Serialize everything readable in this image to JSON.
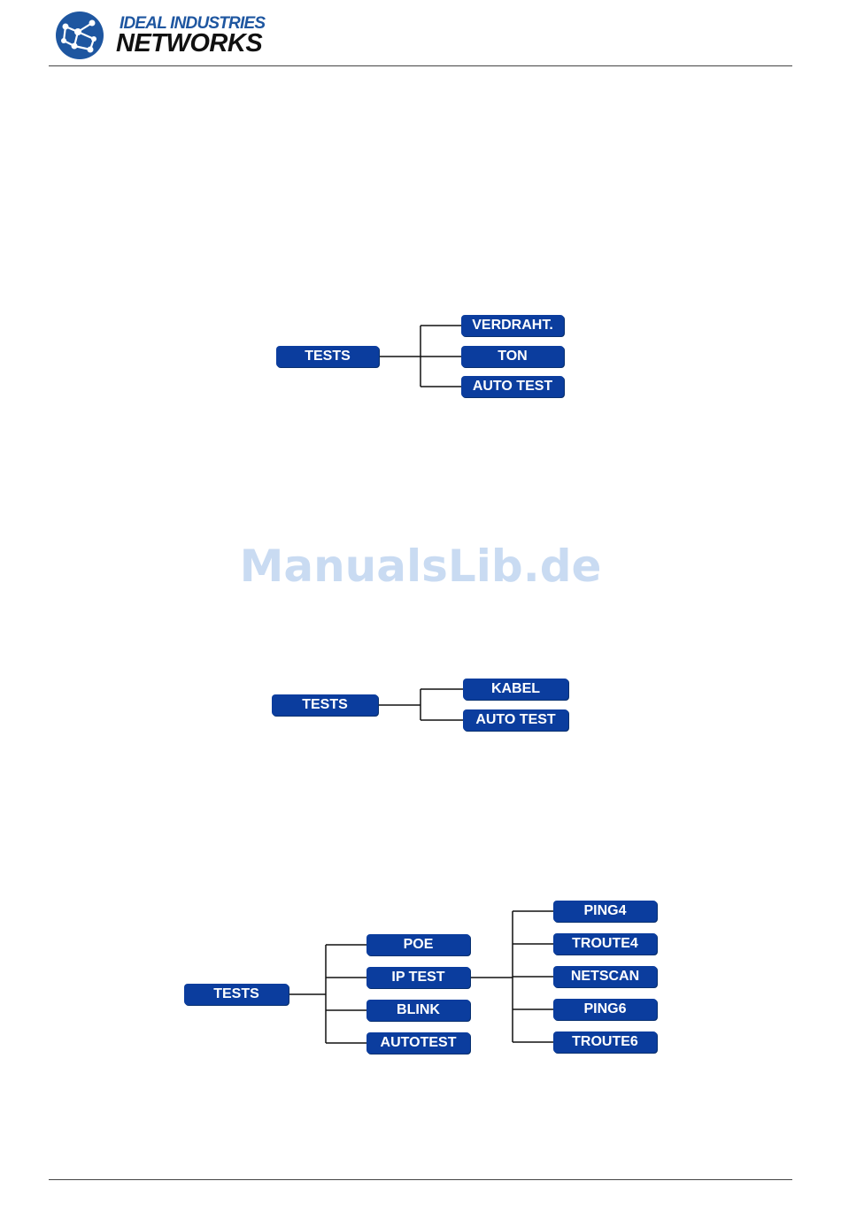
{
  "header": {
    "brand_top": "IDEAL INDUSTRIES",
    "brand_bottom": "NETWORKS",
    "logo_icon": "network-nodes-globe-icon"
  },
  "watermark": "ManualsLib.de",
  "colors": {
    "node_fill": "#0b3d9e",
    "node_text": "#ffffff",
    "brand_blue": "#1e56a0",
    "watermark": "#c9dbf2",
    "line": "#111111"
  },
  "diagrams": [
    {
      "root": "TESTS",
      "children": [
        "VERDRAHT.",
        "TON",
        "AUTO TEST"
      ]
    },
    {
      "root": "TESTS",
      "children": [
        "KABEL",
        "AUTO TEST"
      ]
    },
    {
      "root": "TESTS",
      "children": [
        "POE",
        "IP TEST",
        "BLINK",
        "AUTOTEST"
      ],
      "subtree_parent": "IP TEST",
      "subtree_children": [
        "PING4",
        "TROUTE4",
        "NETSCAN",
        "PING6",
        "TROUTE6"
      ]
    }
  ]
}
